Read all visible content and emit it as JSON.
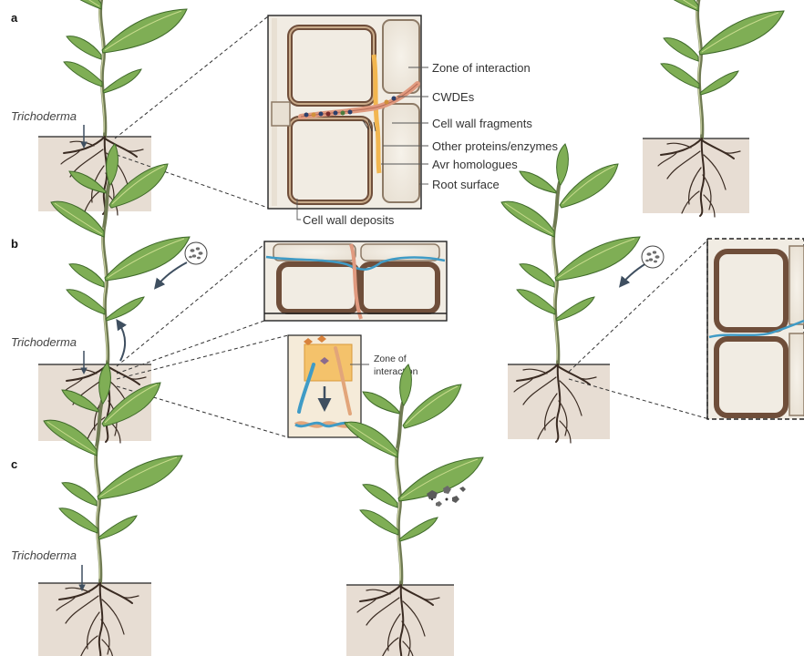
{
  "panels": {
    "a": {
      "letter": "a",
      "trichoderma": "Trichoderma",
      "labels": {
        "zone": "Zone of interaction",
        "cwdes": "CWDEs",
        "fragments": "Cell wall fragments",
        "proteins": "Other proteins/enzymes",
        "avr": "Avr homologues",
        "root_surface": "Root surface",
        "deposits": "Cell wall deposits"
      }
    },
    "b": {
      "letter": "b",
      "trichoderma": "Trichoderma",
      "zone_line1": "Zone of",
      "zone_line2": "interaction"
    },
    "c": {
      "letter": "c",
      "trichoderma": "Trichoderma"
    }
  },
  "colors": {
    "soil": "#e7ddd3",
    "leaf": "#7fae55",
    "cell_fill": "#f3eee6",
    "cell_green": "#9fcf95",
    "hypha_orange": "#f4c26b",
    "hypha_blue": "#3f9bc6",
    "fungal_hypha": "#e09a7f",
    "lesion": "#5a5a5a"
  },
  "icons": [
    "pathogen-spores-icon",
    "arrow-icon",
    "leaf-lesion-icon"
  ]
}
